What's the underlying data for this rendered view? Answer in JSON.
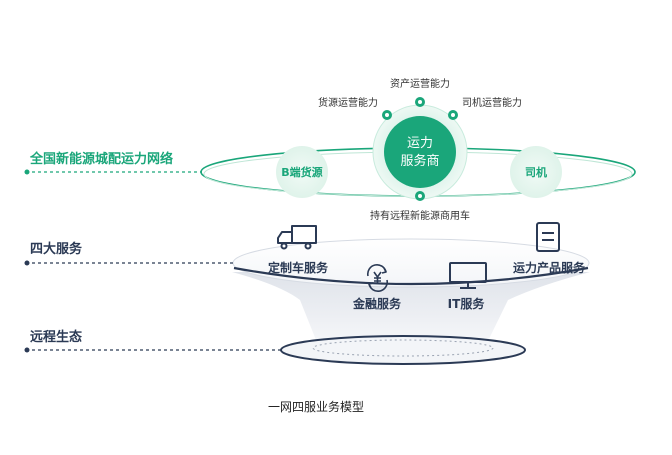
{
  "layers": {
    "network": {
      "label": "全国新能源城配运力网络",
      "color": "#1aa67a"
    },
    "services": {
      "label": "四大服务",
      "color": "#2b3a55"
    },
    "ecosystem": {
      "label": "远程生态",
      "color": "#2b3a55"
    }
  },
  "center": {
    "line1": "运力",
    "line2": "服务商",
    "color": "#1aa67a"
  },
  "capabilities": {
    "top": "资产运营能力",
    "left": "货源运营能力",
    "right": "司机运营能力",
    "bottom": "持有远程新能源商用车"
  },
  "nodes": {
    "shipper": "B端货源",
    "driver": "司机"
  },
  "services": {
    "custom_vehicle": {
      "label": "定制车服务",
      "icon": "truck-icon"
    },
    "capacity_product": {
      "label": "运力产品服务",
      "icon": "document-icon"
    },
    "finance": {
      "label": "金融服务",
      "icon": "yen-exchange-icon"
    },
    "it": {
      "label": "IT服务",
      "icon": "monitor-icon"
    }
  },
  "caption": "一网四服业务模型"
}
